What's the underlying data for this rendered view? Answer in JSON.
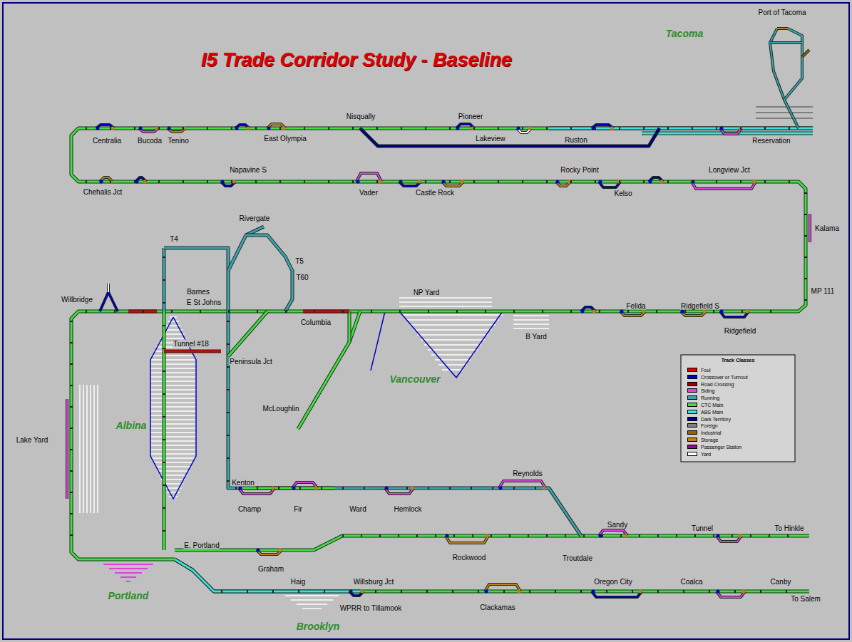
{
  "diagram": {
    "title": "I5 Trade Corridor Study - Baseline",
    "labels": [
      "Port of Tacoma",
      "Tacoma",
      "Nisqually",
      "Pioneer",
      "East Olympia",
      "Centralia",
      "Bucoda",
      "Tenino",
      "Lakeview",
      "Ruston",
      "Reservation",
      "Chehalis Jct",
      "Napavine S",
      "Vader",
      "Castle Rock",
      "Rocky Point",
      "Kelso",
      "Longview Jct",
      "Kalama",
      "Rivergate",
      "T4",
      "T5",
      "T60",
      "Willbridge",
      "Barnes",
      "E St Johns",
      "NP Yard",
      "Columbia",
      "Felida",
      "Ridgefield S",
      "Ridgefield",
      "MP 111",
      "Tunnel #18",
      "Peninsula Jct",
      "B Yard",
      "Vancouver",
      "McLoughlin",
      "Albina",
      "Lake Yard",
      "Kenton",
      "Champ",
      "Fir",
      "Ward",
      "Hemlock",
      "Reynolds",
      "Sandy",
      "Tunnel",
      "To Hinkle",
      "Rockwood",
      "Troutdale",
      "E. Portland",
      "Graham",
      "Portland",
      "Haig",
      "Willsburg Jct",
      "WPRR to Tillamook",
      "Brooklyn",
      "Clackamas",
      "Oregon City",
      "Coalca",
      "Canby",
      "To Salem",
      "Track Classes"
    ],
    "legend": [
      {
        "text": "Foul",
        "color": "#e00000"
      },
      {
        "text": "Crossover or Turnout",
        "color": "#0000c0"
      },
      {
        "text": "Road Crossing",
        "color": "#a00000"
      },
      {
        "text": "Siding",
        "color": "#e040e0"
      },
      {
        "text": "Running",
        "color": "#40a0b0"
      },
      {
        "text": "CTC Main",
        "color": "#40e040"
      },
      {
        "text": "ABS Main",
        "color": "#40e0e0"
      },
      {
        "text": "Dark Territory",
        "color": "#000080"
      },
      {
        "text": "Foreign",
        "color": "#808080"
      },
      {
        "text": "Industrial",
        "color": "#a06000"
      },
      {
        "text": "Storage",
        "color": "#c08020"
      },
      {
        "text": "Passenger Station",
        "color": "#a000a0"
      },
      {
        "text": "Yard",
        "color": "#ffffff"
      }
    ]
  }
}
